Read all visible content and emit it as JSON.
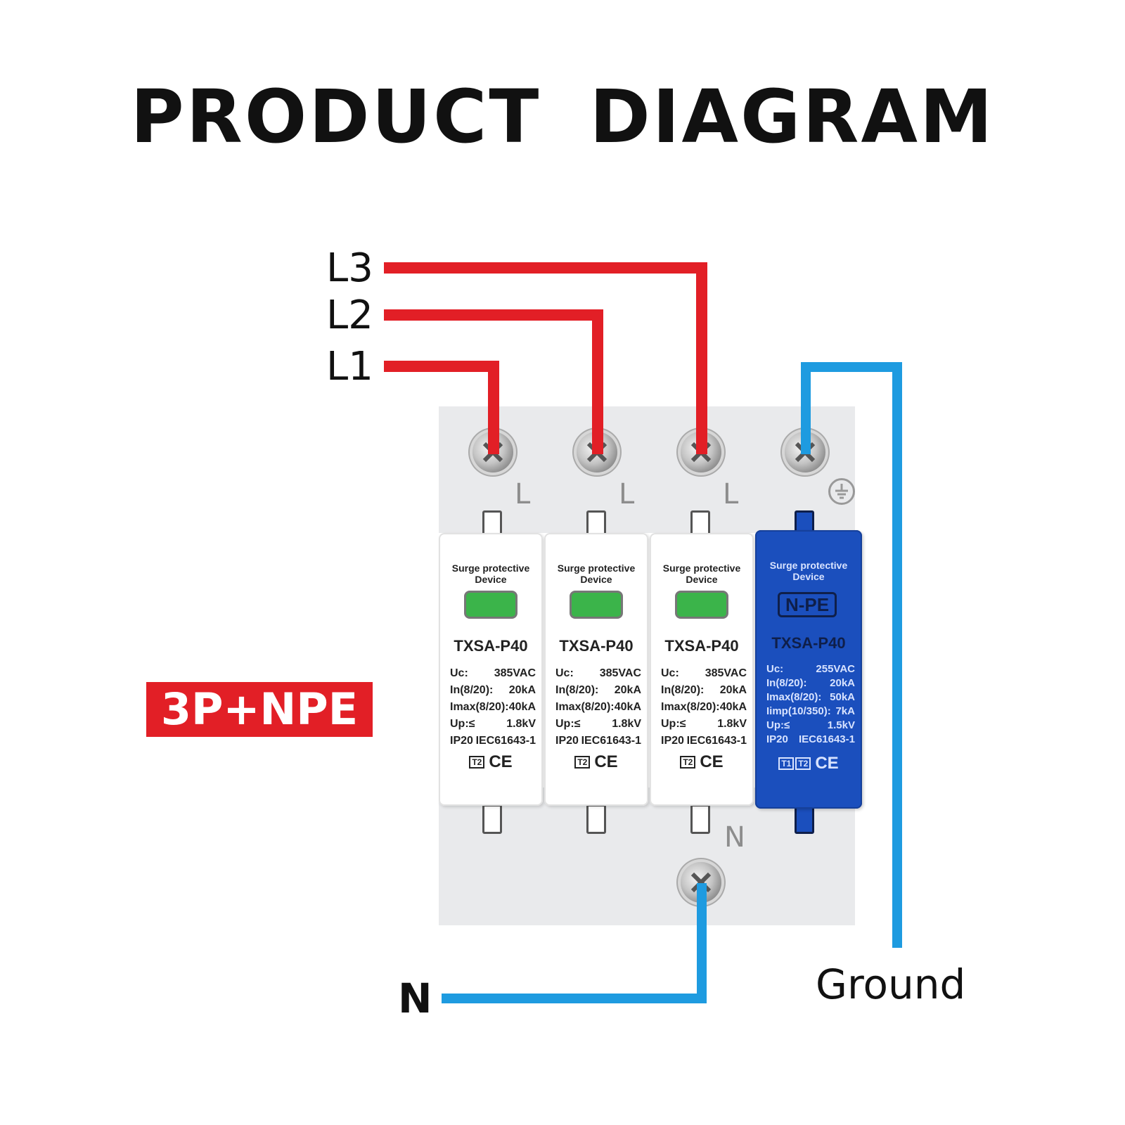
{
  "title": "PRODUCT  DIAGRAM",
  "badge": "3P+NPE",
  "wires": {
    "l3": "L3",
    "l2": "L2",
    "l1": "L1",
    "neutral": "N",
    "ground": "Ground"
  },
  "terminals": {
    "top": [
      "L",
      "L",
      "L"
    ],
    "bottom": "N"
  },
  "modules": [
    {
      "heading": "Surge protective Device",
      "model": "TXSA-P40",
      "specs": [
        {
          "k": "Uc:",
          "v": "385VAC"
        },
        {
          "k": "In(8/20):",
          "v": "20kA"
        },
        {
          "k": "Imax(8/20):",
          "v": "40kA"
        },
        {
          "k": "Up:≤",
          "v": "1.8kV"
        },
        {
          "k": "IP20",
          "v": "IEC61643-1"
        }
      ],
      "type_mark": "T2",
      "cert": "CE"
    },
    {
      "heading": "Surge protective Device",
      "model": "TXSA-P40",
      "specs": [
        {
          "k": "Uc:",
          "v": "385VAC"
        },
        {
          "k": "In(8/20):",
          "v": "20kA"
        },
        {
          "k": "Imax(8/20):",
          "v": "40kA"
        },
        {
          "k": "Up:≤",
          "v": "1.8kV"
        },
        {
          "k": "IP20",
          "v": "IEC61643-1"
        }
      ],
      "type_mark": "T2",
      "cert": "CE"
    },
    {
      "heading": "Surge protective Device",
      "model": "TXSA-P40",
      "specs": [
        {
          "k": "Uc:",
          "v": "385VAC"
        },
        {
          "k": "In(8/20):",
          "v": "20kA"
        },
        {
          "k": "Imax(8/20):",
          "v": "40kA"
        },
        {
          "k": "Up:≤",
          "v": "1.8kV"
        },
        {
          "k": "IP20",
          "v": "IEC61643-1"
        }
      ],
      "type_mark": "T2",
      "cert": "CE"
    },
    {
      "heading": "Surge protective Device",
      "label": "N-PE",
      "model": "TXSA-P40",
      "specs": [
        {
          "k": "Uc:",
          "v": "255VAC"
        },
        {
          "k": "In(8/20):",
          "v": "20kA"
        },
        {
          "k": "Imax(8/20):",
          "v": "50kA"
        },
        {
          "k": "Iimp(10/350):",
          "v": "7kA"
        },
        {
          "k": "Up:≤",
          "v": "1.5kV"
        },
        {
          "k": "IP20",
          "v": "IEC61643-1"
        }
      ],
      "type_mark_1": "T1",
      "type_mark_2": "T2",
      "cert": "CE"
    }
  ],
  "colors": {
    "live_wire": "#e21f26",
    "neutral_wire": "#1e9be0",
    "npe_module": "#1b4fbd",
    "indicator": "#3bb44a"
  }
}
